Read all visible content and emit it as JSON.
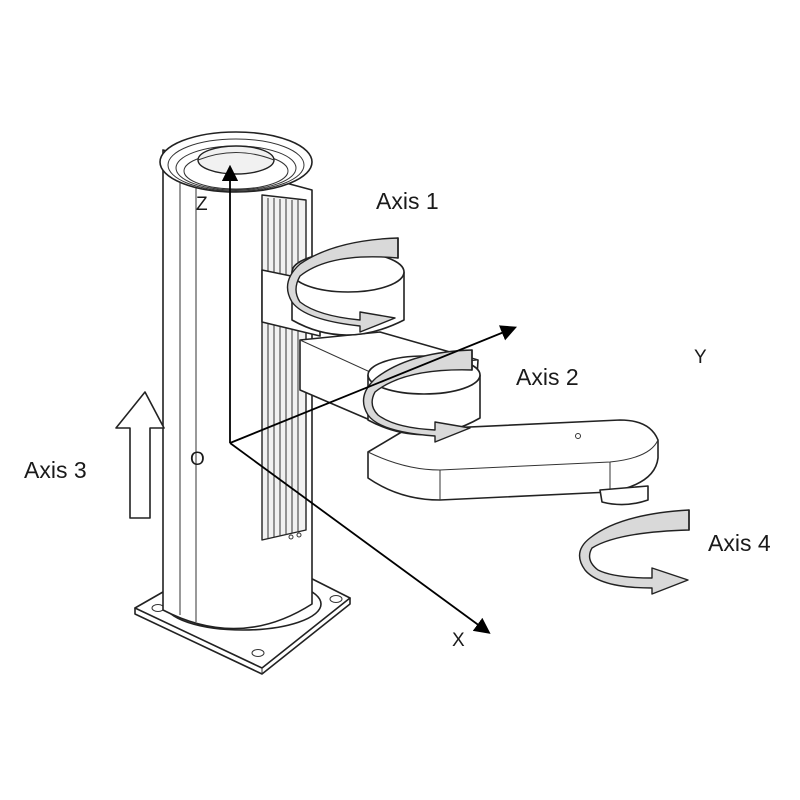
{
  "labels": {
    "axis1": "Axis 1",
    "axis2": "Axis 2",
    "axis3": "Axis 3",
    "axis4": "Axis 4"
  },
  "coords": {
    "z": "Z",
    "y": "Y",
    "x": "X",
    "origin": "O"
  },
  "colors": {
    "line": "#222222",
    "band": "#d9d9d9",
    "background": "#ffffff"
  }
}
